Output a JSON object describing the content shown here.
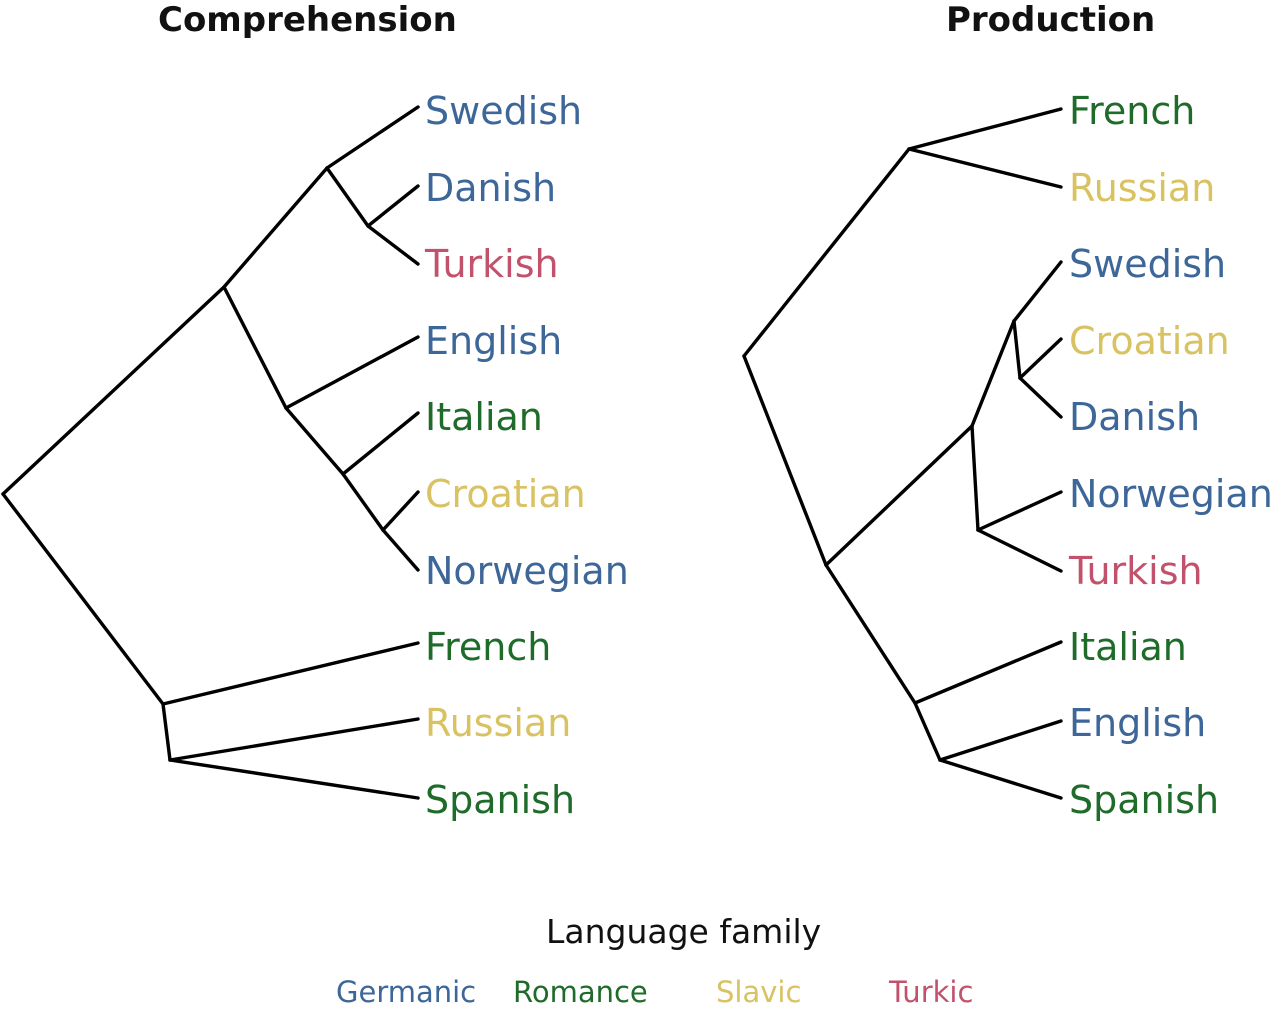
{
  "colors": {
    "Germanic": "#3d6699",
    "Romance": "#1f6b2a",
    "Slavic": "#d9c261",
    "Turkic": "#c2526b",
    "branch": "#000000"
  },
  "trees": [
    {
      "title": "Comprehension",
      "leaves": [
        {
          "label": "Swedish",
          "family": "Germanic"
        },
        {
          "label": "Danish",
          "family": "Germanic"
        },
        {
          "label": "Turkish",
          "family": "Turkic"
        },
        {
          "label": "English",
          "family": "Germanic"
        },
        {
          "label": "Italian",
          "family": "Romance"
        },
        {
          "label": "Croatian",
          "family": "Slavic"
        },
        {
          "label": "Norwegian",
          "family": "Germanic"
        },
        {
          "label": "French",
          "family": "Romance"
        },
        {
          "label": "Russian",
          "family": "Slavic"
        },
        {
          "label": "Spanish",
          "family": "Romance"
        }
      ]
    },
    {
      "title": "Production",
      "leaves": [
        {
          "label": "French",
          "family": "Romance"
        },
        {
          "label": "Russian",
          "family": "Slavic"
        },
        {
          "label": "Swedish",
          "family": "Germanic"
        },
        {
          "label": "Croatian",
          "family": "Slavic"
        },
        {
          "label": "Danish",
          "family": "Germanic"
        },
        {
          "label": "Norwegian",
          "family": "Germanic"
        },
        {
          "label": "Turkish",
          "family": "Turkic"
        },
        {
          "label": "Italian",
          "family": "Romance"
        },
        {
          "label": "English",
          "family": "Germanic"
        },
        {
          "label": "Spanish",
          "family": "Romance"
        }
      ]
    }
  ],
  "legend": {
    "title": "Language family",
    "items": [
      "Germanic",
      "Romance",
      "Slavic",
      "Turkic"
    ]
  }
}
